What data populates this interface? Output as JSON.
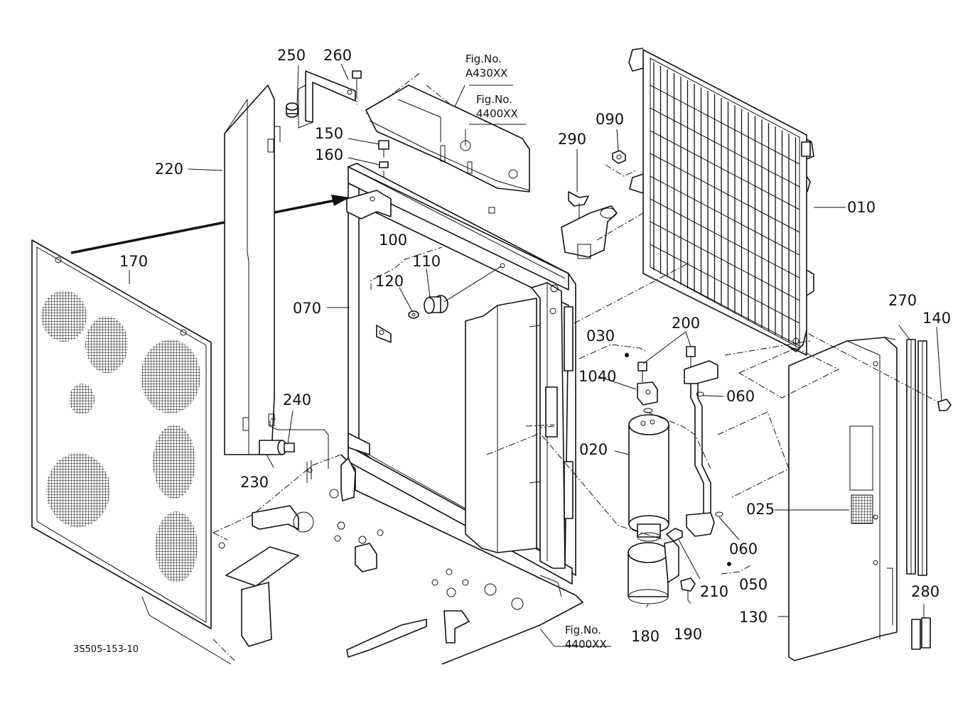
{
  "diagram": {
    "drawing_number": "3S505-153-10",
    "part_labels": [
      {
        "id": "010",
        "text": "010"
      },
      {
        "id": "020",
        "text": "020"
      },
      {
        "id": "025",
        "text": "025"
      },
      {
        "id": "030",
        "text": "030"
      },
      {
        "id": "050",
        "text": "050"
      },
      {
        "id": "060a",
        "text": "060"
      },
      {
        "id": "060b",
        "text": "060"
      },
      {
        "id": "070",
        "text": "070"
      },
      {
        "id": "090",
        "text": "090"
      },
      {
        "id": "100",
        "text": "100"
      },
      {
        "id": "110",
        "text": "110"
      },
      {
        "id": "120",
        "text": "120"
      },
      {
        "id": "130",
        "text": "130"
      },
      {
        "id": "140",
        "text": "140"
      },
      {
        "id": "150",
        "text": "150"
      },
      {
        "id": "160",
        "text": "160"
      },
      {
        "id": "170",
        "text": "170"
      },
      {
        "id": "180",
        "text": "180"
      },
      {
        "id": "190",
        "text": "190"
      },
      {
        "id": "200",
        "text": "200"
      },
      {
        "id": "210",
        "text": "210"
      },
      {
        "id": "220",
        "text": "220"
      },
      {
        "id": "230",
        "text": "230"
      },
      {
        "id": "240",
        "text": "240"
      },
      {
        "id": "250",
        "text": "250"
      },
      {
        "id": "260",
        "text": "260"
      },
      {
        "id": "270",
        "text": "270"
      },
      {
        "id": "280",
        "text": "280"
      },
      {
        "id": "290",
        "text": "290"
      },
      {
        "id": "1040",
        "text": "1040"
      }
    ],
    "figure_refs": [
      {
        "id": "ref-a430xx",
        "line1": "Fig.No.",
        "line2": "A430XX"
      },
      {
        "id": "ref-4400xx-top",
        "line1": "Fig.No.",
        "line2": "4400XX"
      },
      {
        "id": "ref-4400xx-bottom",
        "line1": "Fig.No.",
        "line2": "4400XX"
      }
    ]
  }
}
